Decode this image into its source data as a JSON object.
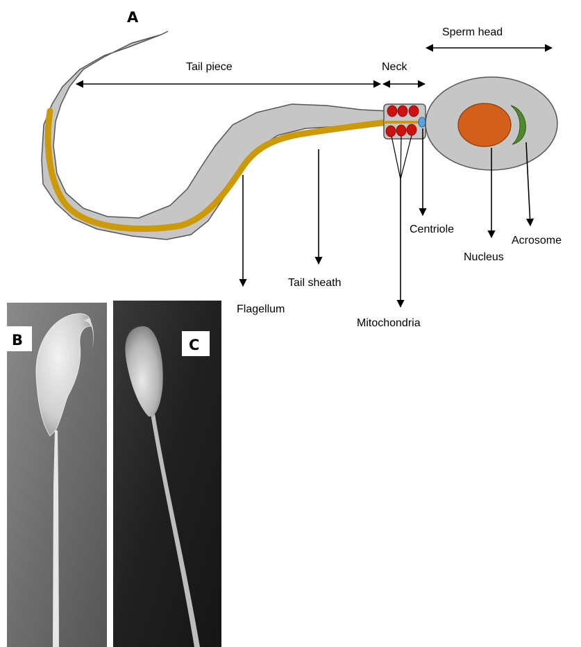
{
  "panels": {
    "a": "A",
    "b": "B",
    "c": "C"
  },
  "labels": {
    "sperm_head": "Sperm head",
    "tail_piece": "Tail piece",
    "neck": "Neck",
    "centriole": "Centriole",
    "acrosome": "Acrosome",
    "nucleus": "Nucleus",
    "tail_sheath": "Tail sheath",
    "flagellum": "Flagellum",
    "mitochondria": "Mitochondria"
  },
  "colors": {
    "cell_body": "#c6c6c6",
    "outline": "#555555",
    "flagellum": "#cc9a06",
    "nucleus": "#d2601a",
    "acrosome": "#4f8a2e",
    "mitochondria": "#cc1111",
    "centriole": "#5ba3e0"
  }
}
